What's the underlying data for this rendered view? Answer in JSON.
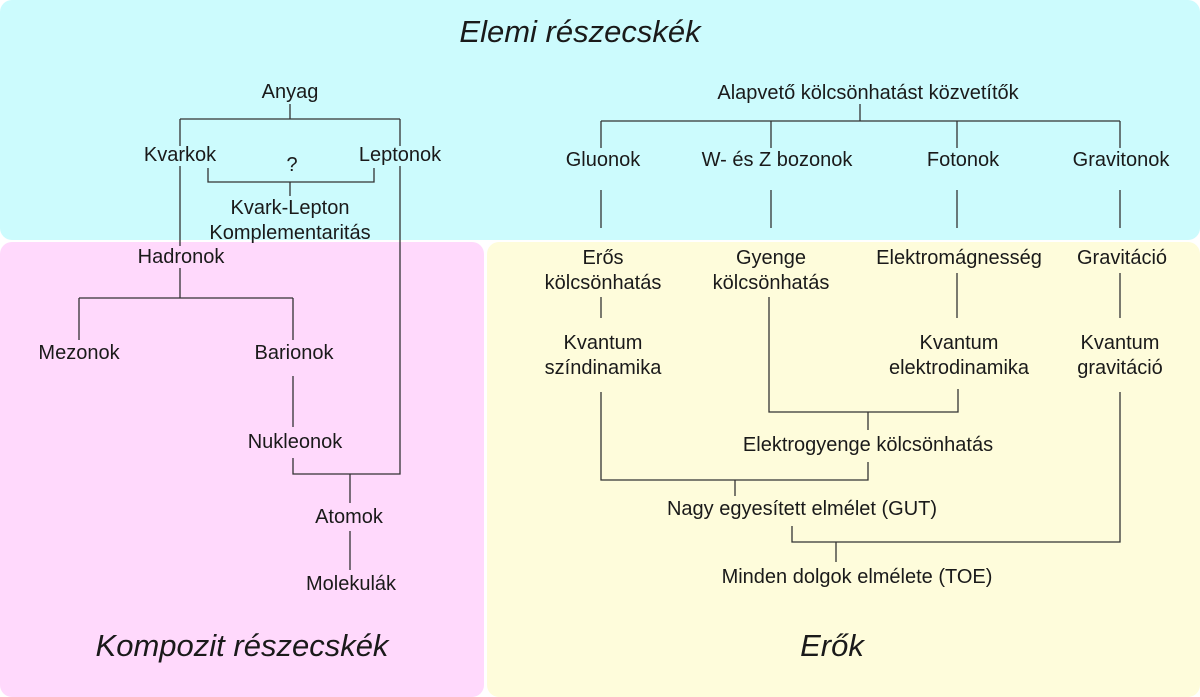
{
  "panels": {
    "elemi": {
      "title": "Elemi részecskék",
      "color": "#ccfbfd"
    },
    "kompozit": {
      "title": "Kompozit részecskék",
      "color": "#ffd9fc"
    },
    "erok": {
      "title": "Erők",
      "color": "#fefcdb"
    }
  },
  "line_color": "#333333",
  "nodes": {
    "anyag": "Anyag",
    "kvarkok": "Kvarkok",
    "leptonok": "Leptonok",
    "question": "?",
    "kvark_lepton": [
      "Kvark-Lepton",
      "Komplementaritás"
    ],
    "hadronok": "Hadronok",
    "mezonok": "Mezonok",
    "barionok": "Barionok",
    "nukleonok": "Nukleonok",
    "atomok": "Atomok",
    "molekulak": "Molekulák",
    "alapveto": "Alapvető kölcsönhatást közvetítők",
    "gluonok": "Gluonok",
    "wz_bozonok": "W- és Z bozonok",
    "fotonok": "Fotonok",
    "gravitonok": "Gravitonok",
    "eros": [
      "Erős",
      "kölcsönhatás"
    ],
    "gyenge": [
      "Gyenge",
      "kölcsönhatás"
    ],
    "elektromagnesseg": "Elektromágnesség",
    "gravitacio": "Gravitáció",
    "kvantum_szin": [
      "Kvantum",
      "színdinamika"
    ],
    "kvantum_elektro": [
      "Kvantum",
      "elektrodinamika"
    ],
    "kvantum_grav": [
      "Kvantum",
      "gravitáció"
    ],
    "elektrogyenge": "Elektrogyenge kölcsönhatás",
    "gut": "Nagy egyesített elmélet (GUT)",
    "toe": "Minden dolgok elmélete (TOE)"
  }
}
